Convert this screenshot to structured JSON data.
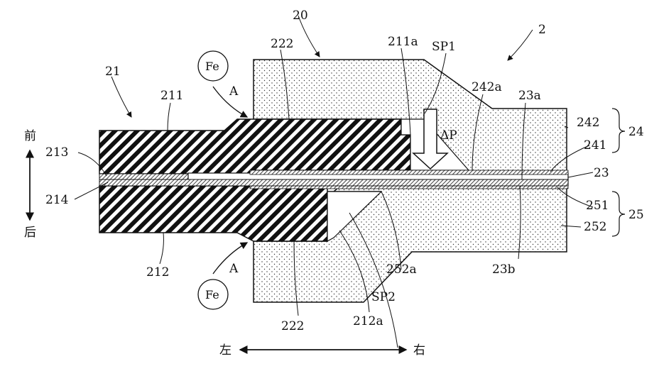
{
  "figure_label": "2",
  "labels": {
    "l20": "20",
    "l21": "21",
    "l211": "211",
    "l211a": "211a",
    "l212": "212",
    "l212a": "212a",
    "l213": "213",
    "l214": "214",
    "l222_top": "222",
    "l222_bottom": "222",
    "l23": "23",
    "l23a": "23a",
    "l23b": "23b",
    "l24": "24",
    "l241": "241",
    "l242": "242",
    "l242a": "242a",
    "l25": "25",
    "l251": "251",
    "l252": "252",
    "l252a": "252a",
    "sp1": "SP1",
    "sp2": "SP2",
    "delta_p": "ΔP",
    "fe_top": "Fe",
    "fe_bottom": "Fe",
    "a_top": "A",
    "a_bottom": "A"
  },
  "axes": {
    "front": "前",
    "back": "后",
    "left": "左",
    "right": "右"
  }
}
